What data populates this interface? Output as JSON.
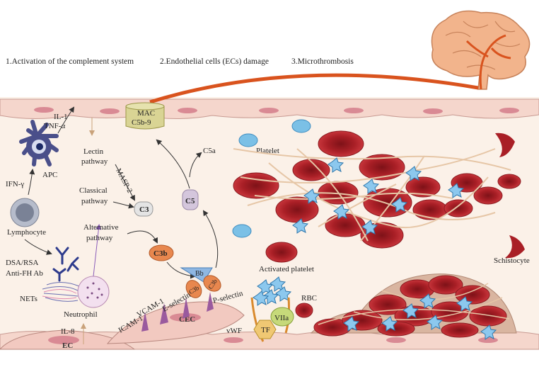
{
  "headings": {
    "step1": "1.Activation of the complement system",
    "step2": "2.Endothelial cells (ECs) damage",
    "step3": "3.Microthrombosis"
  },
  "labels": {
    "il1": "IL-1",
    "tnf": "TNF-α",
    "apc": "APC",
    "ifn": "IFN-γ",
    "lymphocyte": "Lymphocyte",
    "dsa": "DSA/RSA",
    "antifh": "Anti-FH Ab",
    "nets": "NETs",
    "neutrophil": "Neutrophil",
    "il8": "IL-8",
    "ec": "EC",
    "lectin1": "Lectin",
    "lectin2": "pathway",
    "masp": "MASP-2",
    "classical1": "Classical",
    "classical2": "pathway",
    "alternative1": "Alternative",
    "alternative2": "pathway",
    "c3": "C3",
    "c3b": "C3b",
    "c5": "C5",
    "c5a": "C5a",
    "mac1": "MAC",
    "mac2": "C5b-9",
    "bb": "Bb",
    "c3b_left": "C3b",
    "c3b_right": "C3b",
    "icam": "ICAM-1",
    "vcam": "VCAM-1",
    "eselectin": "E-selectin",
    "pselectin": "P-selectin",
    "cec": "CEC",
    "platelet": "Platelet",
    "activated_platelet": "Activated platelet",
    "rbc": "RBC",
    "vwf": "vWF",
    "tf": "TF",
    "viia": "VIIa",
    "schistocyte": "Schistocyte"
  },
  "colors": {
    "vessel_band": "#f9ece2",
    "ec_cell": "#f2c9c0",
    "nucleus": "#d98a94",
    "rbc": "#b8282e",
    "complement_orange": "#e8874e",
    "c5_purple": "#d4c6dc",
    "mac_yellow": "#d9d494",
    "platelet_blue": "#6fb7e0",
    "fibrin": "#e9c9a9",
    "brain": "#f2b48c",
    "artery": "#d9531e"
  }
}
